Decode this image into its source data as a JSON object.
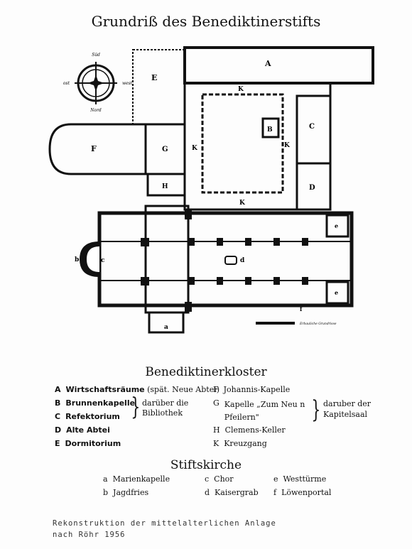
{
  "title": "Grundriß des Benediktinerstifts",
  "compass": {
    "top": "Süd",
    "bottom": "Nord",
    "left": "ost",
    "right": "west"
  },
  "plan_labels": {
    "A": "A",
    "B": "B",
    "C": "C",
    "D": "D",
    "E": "E",
    "F": "F",
    "G": "G",
    "H": "H",
    "K": "K",
    "a": "a",
    "b": "b",
    "c": "c",
    "d": "d",
    "e": "e",
    "f": "f"
  },
  "scale_note": "Erbauliche Grundrisse",
  "kloster": {
    "heading": "Benediktinerkloster",
    "A": {
      "letter": "A",
      "name": "Wirtschaftsräume",
      "extra": "(spät. Neue Abtei)"
    },
    "B": {
      "letter": "B",
      "name": "Brunnenkapelle"
    },
    "C": {
      "letter": "C",
      "name": "Refektorium"
    },
    "BC_note": "darüber die Bibliothek",
    "D": {
      "letter": "D",
      "name": "Alte Abtei"
    },
    "E": {
      "letter": "E",
      "name": "Dormitorium"
    },
    "F": {
      "letter": "F",
      "name": "Johannis-Kapelle"
    },
    "G": {
      "letter": "G",
      "name": "Kapelle „Zum Neu n Pfeilern\""
    },
    "G_note": "daruber der Kapitelsaal",
    "H": {
      "letter": "H",
      "name": "Clemens-Keller"
    },
    "K": {
      "letter": "K",
      "name": "Kreuzgang"
    }
  },
  "kirche": {
    "heading": "Stiftskirche",
    "a": {
      "letter": "a",
      "name": "Marienkapelle"
    },
    "b": {
      "letter": "b",
      "name": "Jagdfries"
    },
    "c": {
      "letter": "c",
      "name": "Chor"
    },
    "d": {
      "letter": "d",
      "name": "Kaisergrab"
    },
    "e": {
      "letter": "e",
      "name": "Westtürme"
    },
    "f": {
      "letter": "f",
      "name": "Löwenportal"
    }
  },
  "footnote": {
    "line1": "Rekonstruktion der mittelalterlichen Anlage",
    "line2": "nach Röhr 1956"
  }
}
